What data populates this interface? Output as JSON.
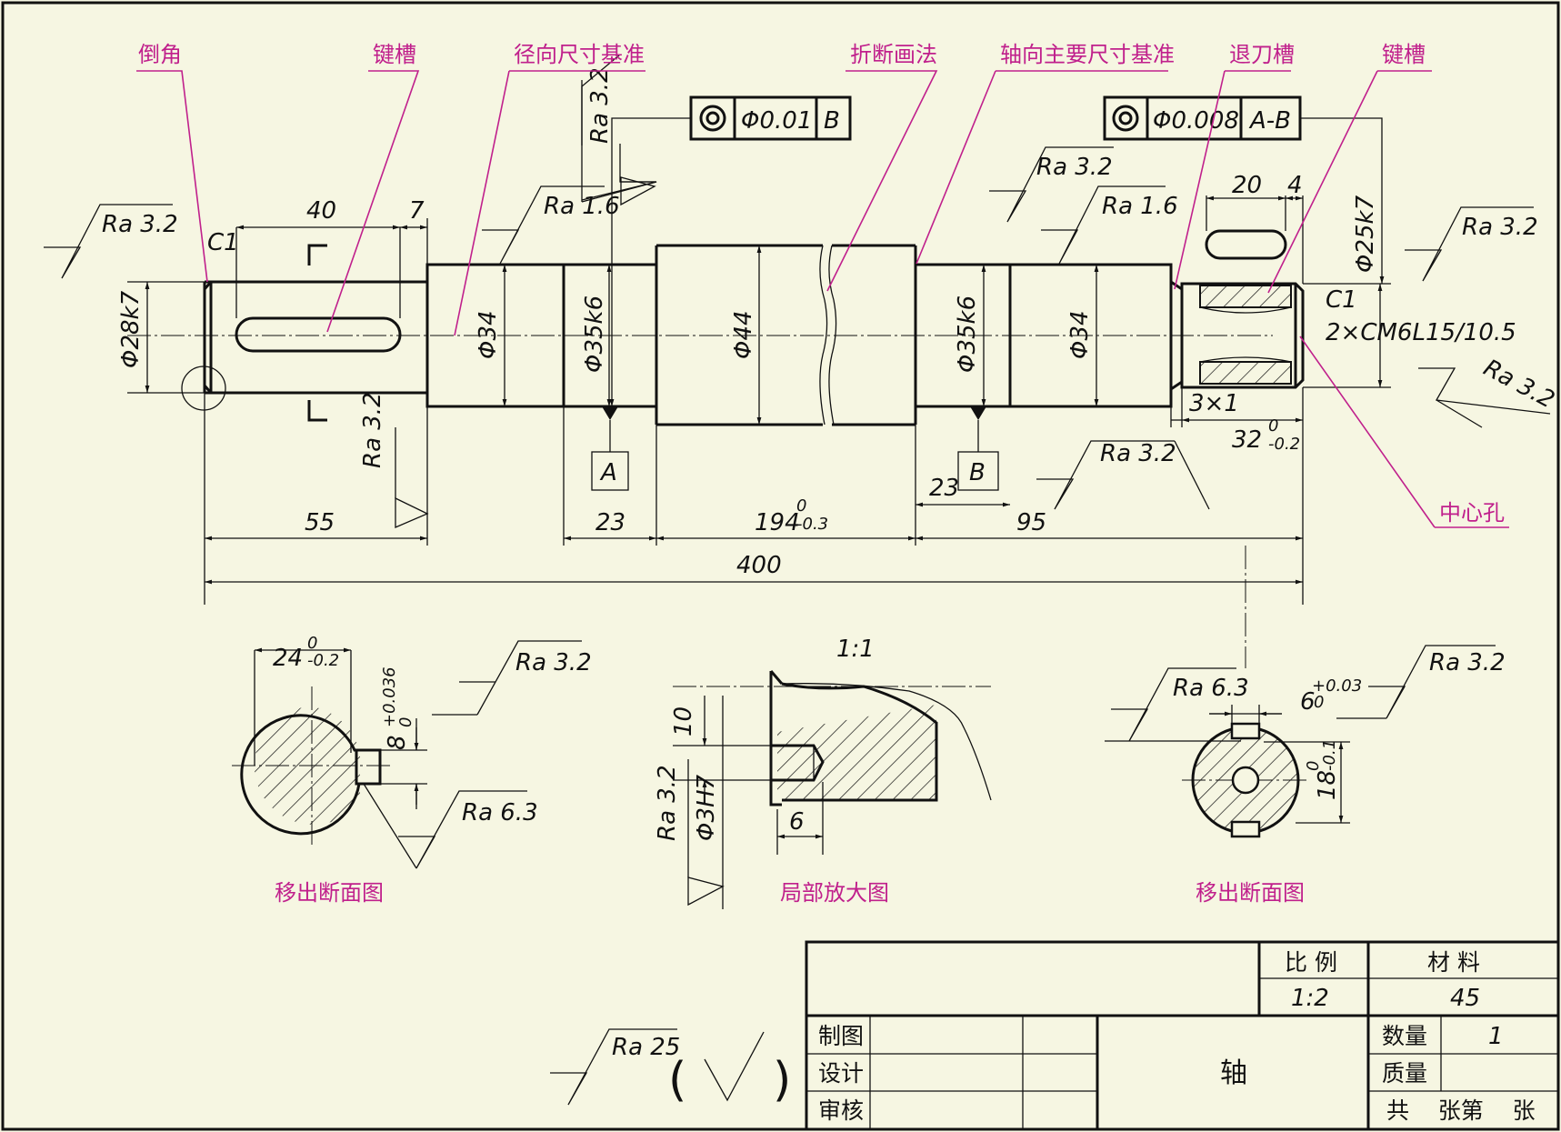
{
  "labels": {
    "chamfer": "倒角",
    "keyway_left": "键槽",
    "radial_datum": "径向尺寸基准",
    "break_method": "折断画法",
    "axial_datum": "轴向主要尺寸基准",
    "undercut": "退刀槽",
    "keyway_right": "键槽",
    "center_hole": "中心孔",
    "section_left": "移出断面图",
    "detail_view": "局部放大图",
    "section_right": "移出断面图"
  },
  "tolerance_frames": [
    {
      "symbol": "◎",
      "value": "Φ0.01",
      "datum": "B"
    },
    {
      "symbol": "◎",
      "value": "Φ0.008",
      "datum": "A-B"
    }
  ],
  "datums": {
    "a": "A",
    "b": "B"
  },
  "roughness": {
    "r32": "Ra 3.2",
    "r16": "Ra 1.6",
    "r63": "Ra 6.3",
    "r25": "Ra 25",
    "check": "√"
  },
  "dimensions": {
    "d40": "40",
    "d7": "7",
    "c1": "C1",
    "phi28k7": "Φ28k7",
    "phi34": "Φ34",
    "phi35k6": "Φ35k6",
    "phi44": "Φ44",
    "phi25k7": "Φ25k7",
    "d20": "20",
    "d4": "4",
    "center_hole_spec": "2×CM6L15/10.5",
    "d3x1": "3×1",
    "d32": "32",
    "d32_tol": "-0.2",
    "d32_tol_up": "0",
    "d55": "55",
    "d23": "23",
    "d194": "194",
    "d194_tol": "-0.3",
    "d194_tol_up": "0",
    "d95": "95",
    "d400": "400",
    "d24": "24",
    "d24_tol": "-0.2",
    "d24_tol_up": "0",
    "d8": "8",
    "d8_tol": "+0.036",
    "d8_tol_low": "0",
    "scale_detail": "1:1",
    "d10": "10",
    "phi3h7": "Φ3H7",
    "d6": "6",
    "d6k": "6",
    "d6k_tol": "+0.03",
    "d6k_tol_low": "0",
    "d18": "18",
    "d18_tol": "-0.1",
    "d18_tol_up": "0"
  },
  "title_block": {
    "scale_label": "比 例",
    "material_label": "材  料",
    "scale_value": "1:2",
    "material_value": "45",
    "drawn_label": "制图",
    "design_label": "设计",
    "review_label": "审核",
    "part_name": "轴",
    "qty_label": "数量",
    "qty_value": "1",
    "mass_label": "质量",
    "sheets_label": "共    张第    张"
  }
}
